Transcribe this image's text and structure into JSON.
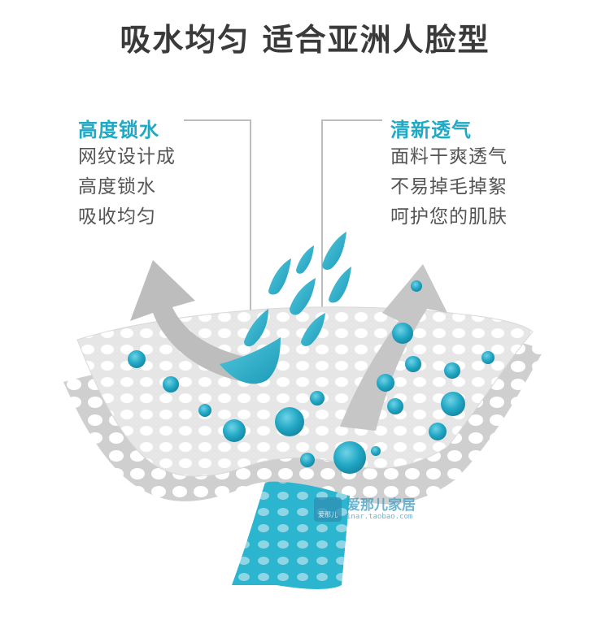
{
  "title": "吸水均匀 适合亚洲人脸型",
  "left_feature": {
    "heading": "高度锁水",
    "lines": [
      "网纹设计成",
      "高度锁水",
      "吸收均匀"
    ]
  },
  "right_feature": {
    "heading": "清新透气",
    "lines": [
      "面料干爽透气",
      "不易掉毛掉絮",
      "呵护您的肌肤"
    ]
  },
  "watermark": {
    "logo_text": "爱那儿",
    "name": "爱那儿家居",
    "url": "inar.taobao.com"
  },
  "colors": {
    "accent": "#1fa9c4",
    "water": "#29b3ce",
    "text": "#555555",
    "title": "#3a3a3a",
    "layer_gray": "#d2d2d2",
    "arrow_gray": "#bfbfbf"
  }
}
